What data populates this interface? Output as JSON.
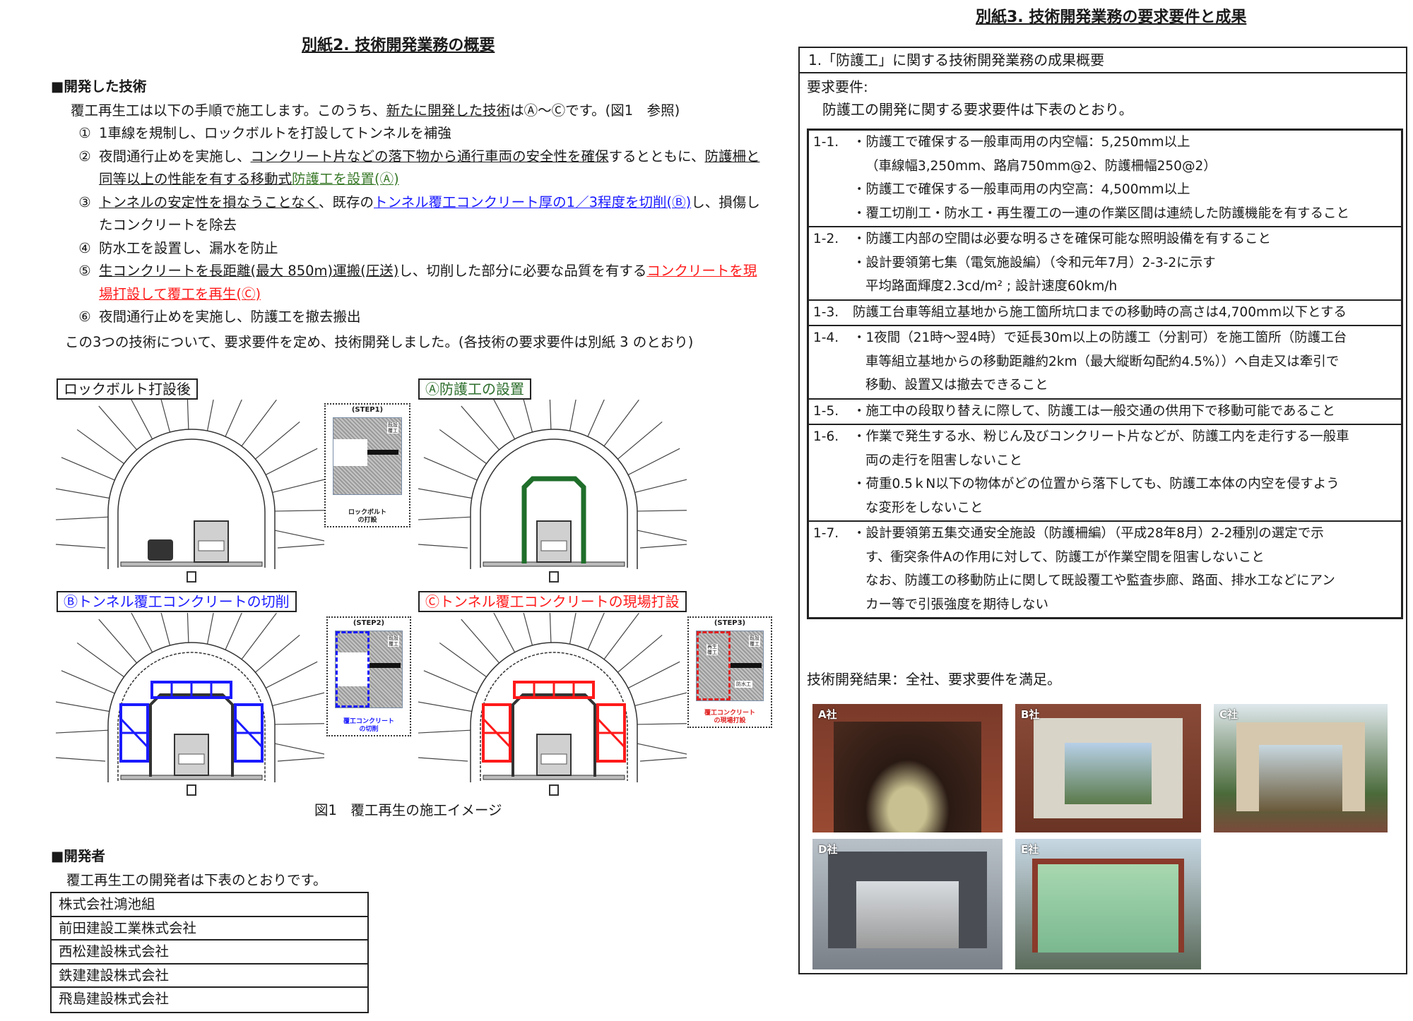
{
  "left": {
    "title": "別紙2. 技術開発業務の概要",
    "tech_heading": "■開発した技術",
    "intro": [
      {
        "text": "覆工再生工は以下の手順で施工します。このうち、",
        "style": ""
      },
      {
        "text": "新たに開発した技術",
        "style": "u"
      },
      {
        "text": "はⒶ～Ⓒです。(図1　参照)",
        "style": ""
      }
    ],
    "steps": [
      {
        "num": "①",
        "segments": [
          {
            "text": "1車線を規制し、ロックボルトを打設してトンネルを補強",
            "style": ""
          }
        ]
      },
      {
        "num": "②",
        "segments": [
          {
            "text": "夜間通行止めを実施し、",
            "style": ""
          },
          {
            "text": "コンクリート片などの落下物から通行車両の安全性を確保",
            "style": "u"
          },
          {
            "text": "するとともに、",
            "style": ""
          },
          {
            "text": "防護柵と同等以上の性能を有する移動式",
            "style": "u"
          },
          {
            "text": "防護工を設置(Ⓐ)",
            "style": "green"
          }
        ]
      },
      {
        "num": "③",
        "segments": [
          {
            "text": "トンネルの安定性を損なうことなく",
            "style": "u"
          },
          {
            "text": "、既存の",
            "style": ""
          },
          {
            "text": "トンネル覆工コンクリート厚の1／3程度を切削(Ⓑ)",
            "style": "blue"
          },
          {
            "text": "し、損傷したコンクリートを除去",
            "style": ""
          }
        ]
      },
      {
        "num": "④",
        "segments": [
          {
            "text": "防水工を設置し、漏水を防止",
            "style": ""
          }
        ]
      },
      {
        "num": "⑤",
        "segments": [
          {
            "text": "生コンクリートを長距離(最大 850m)運搬(圧送)",
            "style": "u"
          },
          {
            "text": "し、切削した部分に必要な品質を有する",
            "style": ""
          },
          {
            "text": "コンクリートを現場打設して覆工を再生(Ⓒ)",
            "style": "red"
          }
        ]
      },
      {
        "num": "⑥",
        "segments": [
          {
            "text": "夜間通行止めを実施し、防護工を撤去搬出",
            "style": ""
          }
        ]
      }
    ],
    "summary": "この3つの技術について、要求要件を定め、技術開発しました。(各技術の要求要件は別紙 3 のとおり)",
    "figure": {
      "labels": [
        "ロックボルト打設後",
        "Ⓐ防護工の設置",
        "Ⓑトンネル覆工コンクリートの切削",
        "Ⓒトンネル覆工コンクリートの現場打設"
      ],
      "label_colors": [
        "#222222",
        "#2d6e2d",
        "#1a1aff",
        "#ff1a1a"
      ],
      "insets": [
        {
          "step": "(STEP1)",
          "tag": "既設覆工",
          "caption": [
            "ロックボルト",
            "の打設"
          ]
        },
        {
          "step": "(STEP2)",
          "tag": "既設覆工",
          "caption": [
            "覆工コンクリート",
            "の切削"
          ]
        },
        {
          "step": "(STEP3)",
          "tag": "既設覆工",
          "tag2": "防水工",
          "tag3": "再生覆工",
          "caption": [
            "覆工コンクリート",
            "の現場打設"
          ]
        }
      ],
      "caption": "図1　覆工再生の施工イメージ"
    },
    "developers_heading": "■開発者",
    "developers_intro": "覆工再生工の開発者は下表のとおりです。",
    "developers": [
      "株式会社鴻池組",
      "前田建設工業株式会社",
      "西松建設株式会社",
      "鉄建建設株式会社",
      "飛島建設株式会社"
    ]
  },
  "right": {
    "title": "別紙3. 技術開発業務の要求要件と成果",
    "box_header": "1.「防護工」に関する技術開発業務の成果概要",
    "req_label": "要求要件:",
    "req_intro": "防護工の開発に関する要求要件は下表のとおり。",
    "requirements": [
      {
        "num": "1-1.",
        "lines": [
          "・防護工で確保する一般車両用の内空幅：5,250mm以上",
          "（車線幅3,250mm、路肩750mm@2、防護柵幅250@2）",
          "・防護工で確保する一般車両用の内空高：4,500mm以上",
          "・覆工切削工・防水工・再生覆工の一連の作業区間は連続した防護機能を有すること"
        ]
      },
      {
        "num": "1-2.",
        "lines": [
          "・防護工内部の空間は必要な明るさを確保可能な照明設備を有すること",
          "・設計要領第七集（電気施設編）（令和元年7月）2-3-2に示す",
          "平均路面輝度2.3cd/m² ; 設計速度60km/h"
        ]
      },
      {
        "num": "1-3.",
        "lines": [
          "防護工台車等組立基地から施工箇所坑口までの移動時の高さは4,700mm以下とする"
        ]
      },
      {
        "num": "1-4.",
        "lines": [
          "・1夜間（21時～翌4時）で延長30m以上の防護工（分割可）を施工箇所（防護工台",
          "車等組立基地からの移動距離約2km（最大縦断勾配約4.5%））へ自走又は牽引で",
          "移動、設置又は撤去できること"
        ]
      },
      {
        "num": "1-5.",
        "lines": [
          "・施工中の段取り替えに際して、防護工は一般交通の供用下で移動可能であること"
        ]
      },
      {
        "num": "1-6.",
        "lines": [
          "・作業で発生する水、粉じん及びコンクリート片などが、防護工内を走行する一般車",
          "両の走行を阻害しないこと",
          "・荷重0.5ｋN以下の物体がどの位置から落下しても、防護工本体の内空を侵すよう",
          "な変形をしないこと"
        ]
      },
      {
        "num": "1-7.",
        "lines": [
          "・設計要領第五集交通安全施設（防護柵編）（平成28年8月）2-2種別の選定で示",
          "す、衝突条件Aの作用に対して、防護工が作業空間を阻害しないこと",
          "なお、防護工の移動防止に関して既設覆工や監査歩廊、路面、排水工などにアン",
          "カー等で引張強度を期待しない"
        ]
      }
    ],
    "result": "技術開発結果：全社、要求要件を満足。",
    "photos": [
      "A社",
      "B社",
      "C社",
      "D社",
      "E社"
    ]
  }
}
